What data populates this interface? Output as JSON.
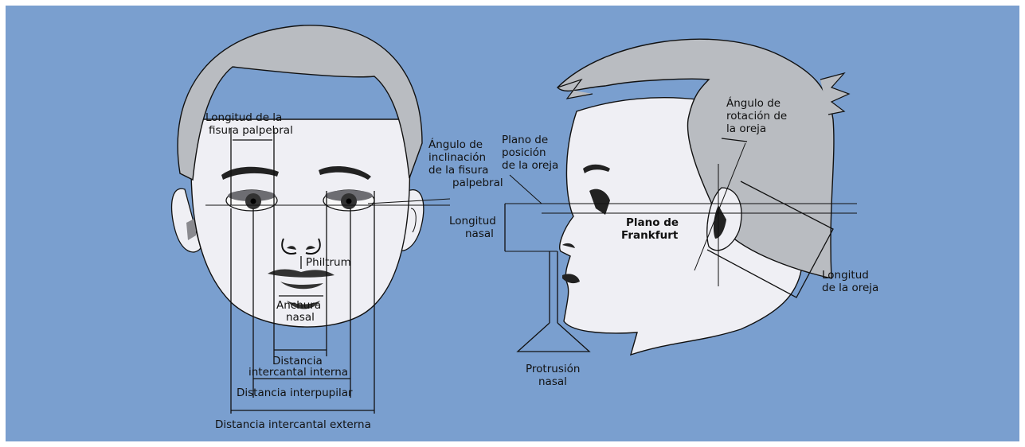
{
  "colors": {
    "background": "#7a9fcf",
    "skin": "#efeff4",
    "hair": "#b9bcc1",
    "outline": "#111111"
  },
  "labels": {
    "longitud_fisura": [
      "Longitud de la",
      "fisura palpebral"
    ],
    "angulo_inclinacion": [
      "Ángulo de",
      "inclinación",
      "de la fisura",
      "palpebral"
    ],
    "philtrum": "Philtrum",
    "anchura_nasal": [
      "Anchura",
      "nasal"
    ],
    "distancia_intercantal_interna": [
      "Distancia",
      "intercantal interna"
    ],
    "distancia_interpupilar": "Distancia interpupilar",
    "distancia_intercantal_externa": "Distancia intercantal externa",
    "plano_posicion_oreja": [
      "Plano de",
      "posición",
      "de la oreja"
    ],
    "longitud_nasal": [
      "Longitud",
      "nasal"
    ],
    "plano_frankfurt": [
      "Plano de",
      "Frankfurt"
    ],
    "protrusion_nasal": [
      "Protrusión",
      "nasal"
    ],
    "angulo_rotacion_oreja": [
      "Ángulo de",
      "rotación de",
      "la oreja"
    ],
    "longitud_oreja": [
      "Longitud",
      "de la oreja"
    ]
  }
}
